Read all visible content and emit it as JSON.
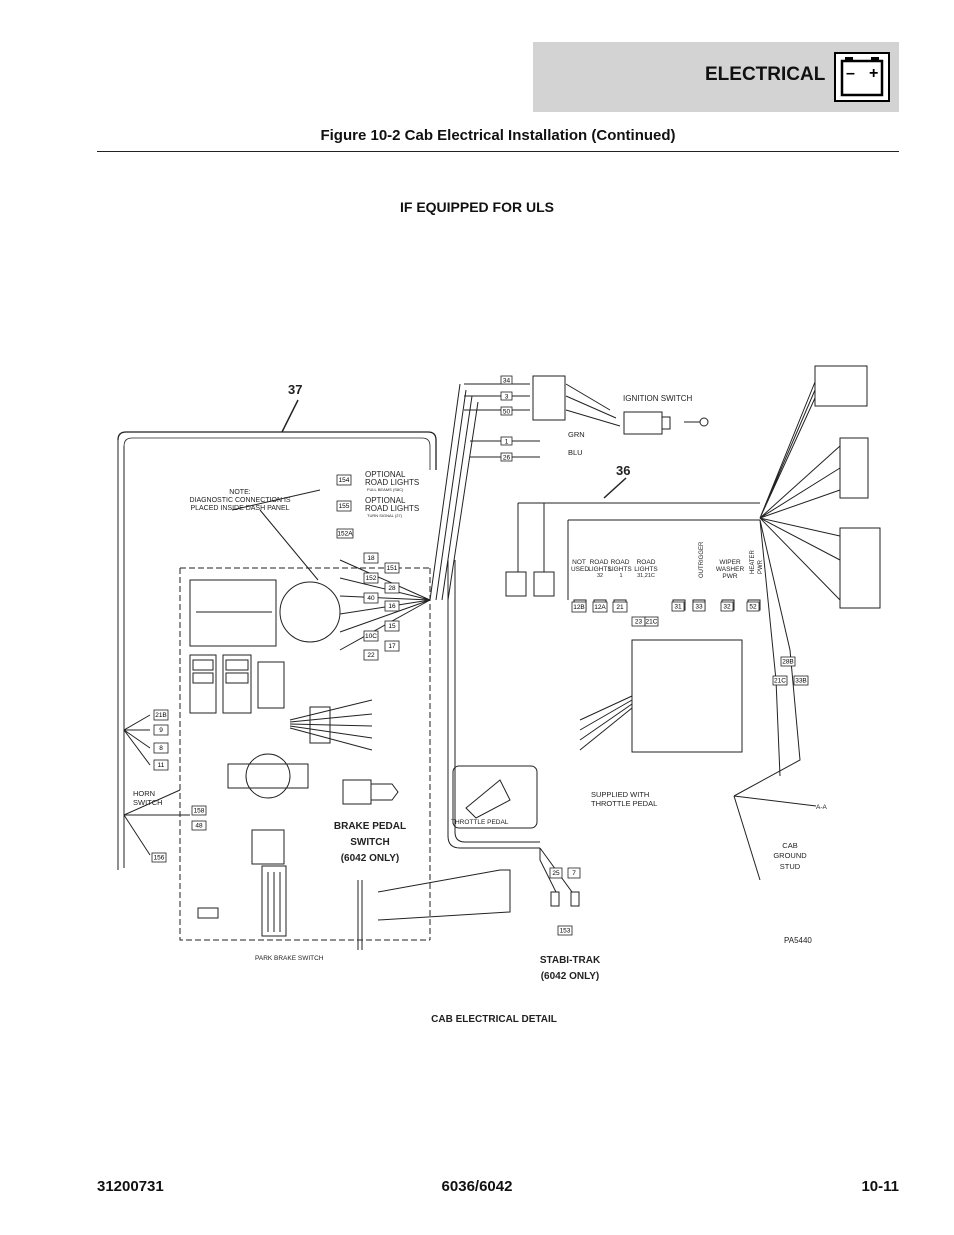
{
  "header": {
    "section_title": "ELECTRICAL",
    "battery_minus": "–",
    "battery_plus": "+",
    "figure_title": "Figure 10-2 Cab Electrical Installation (Continued)"
  },
  "subtitle": "IF EQUIPPED FOR ULS",
  "callouts": {
    "c37": "37",
    "c36": "36"
  },
  "labels": {
    "note_l1": "NOTE:",
    "note_l2": "DIAGNOSTIC CONNECTION IS",
    "note_l3": "PLACED INSIDE DASH PANEL",
    "opt_road_1a": "OPTIONAL",
    "opt_road_1b": "ROAD LIGHTS",
    "opt_road_1c": "FULL BEAMS (S8C)",
    "opt_road_2a": "OPTIONAL",
    "opt_road_2b": "ROAD LIGHTS",
    "opt_road_2c": "TURN SIGNAL (27)",
    "ignition_switch": "IGNITION SWITCH",
    "grn": "GRN",
    "blu": "BLU",
    "not_used_a": "NOT",
    "not_used_b": "USED",
    "road_lights_32a": "ROAD",
    "road_lights_32b": "LIGHTS",
    "road_lights_32c": "32",
    "road_lights_1a": "ROAD",
    "road_lights_1b": "LIGHTS",
    "road_lights_1c": "1",
    "road_lights_31a": "ROAD",
    "road_lights_31b": "LIGHTS",
    "road_lights_31c": "31,21C",
    "outrigger": "OUTRIGGER",
    "wiper_a": "WIPER",
    "wiper_b": "WASHER",
    "wiper_c": "PWR",
    "heater": "HEATER",
    "heater_pwr": "PWR",
    "horn_a": "HORN",
    "horn_b": "SWITCH",
    "brake_a": "BRAKE PEDAL",
    "brake_b": "SWITCH",
    "brake_c": "(6042 ONLY)",
    "supplied_a": "SUPPLIED WITH",
    "supplied_b": "THROTTLE PEDAL",
    "throttle_pedal": "THROTTLE PEDAL",
    "cab_ground_a": "CAB",
    "cab_ground_b": "GROUND",
    "cab_ground_c": "STUD",
    "aa": "A-A",
    "pa": "PA5440",
    "park_brake": "PARK BRAKE SWITCH",
    "stabi_a": "STABI-TRAK",
    "stabi_b": "(6042 ONLY)",
    "cab_detail": "CAB ELECTRICAL DETAIL"
  },
  "wire_tags": {
    "t34": "34",
    "t3": "3",
    "t50": "50",
    "t1": "1",
    "t26": "26",
    "t154": "154",
    "t155": "155",
    "t152a": "152A",
    "t18": "18",
    "t151": "151",
    "t152": "152",
    "t28": "28",
    "t16": "16",
    "t40": "40",
    "t15": "15",
    "t10c": "10C",
    "t17": "17",
    "t22": "22",
    "t33": "33",
    "t12a": "12A",
    "t12b": "12B",
    "t21": "21",
    "t21c": "21C",
    "t23": "23",
    "t32": "32",
    "t52": "52",
    "t31": "31",
    "t8": "8",
    "t9": "9",
    "t11": "11",
    "t158": "158",
    "t156": "156",
    "t48": "48",
    "t25": "25",
    "t7": "7",
    "t153": "153",
    "t21b": "21B",
    "t28b": "28B",
    "t33b": "33B"
  },
  "footer": {
    "left": "31200731",
    "center": "6036/6042",
    "right": "10-11"
  }
}
